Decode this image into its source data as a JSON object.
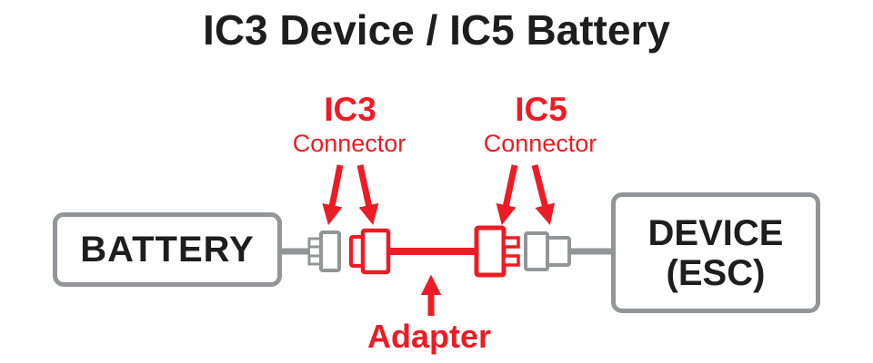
{
  "title": "IC3 Device / IC5 Battery",
  "colors": {
    "accent_red": "#ed1c24",
    "connector_gray": "#939598",
    "text_black": "#1e1e1e"
  },
  "callouts": {
    "ic3": {
      "name": "IC3",
      "sub": "Connector"
    },
    "ic5": {
      "name": "IC5",
      "sub": "Connector"
    },
    "adapter": "Adapter"
  },
  "components": {
    "battery": "BATTERY",
    "device_line1": "DEVICE",
    "device_line2": "(ESC)"
  },
  "icons": {
    "down_arrows": "red-down-arrow-icon",
    "up_arrow": "red-up-arrow-icon"
  }
}
